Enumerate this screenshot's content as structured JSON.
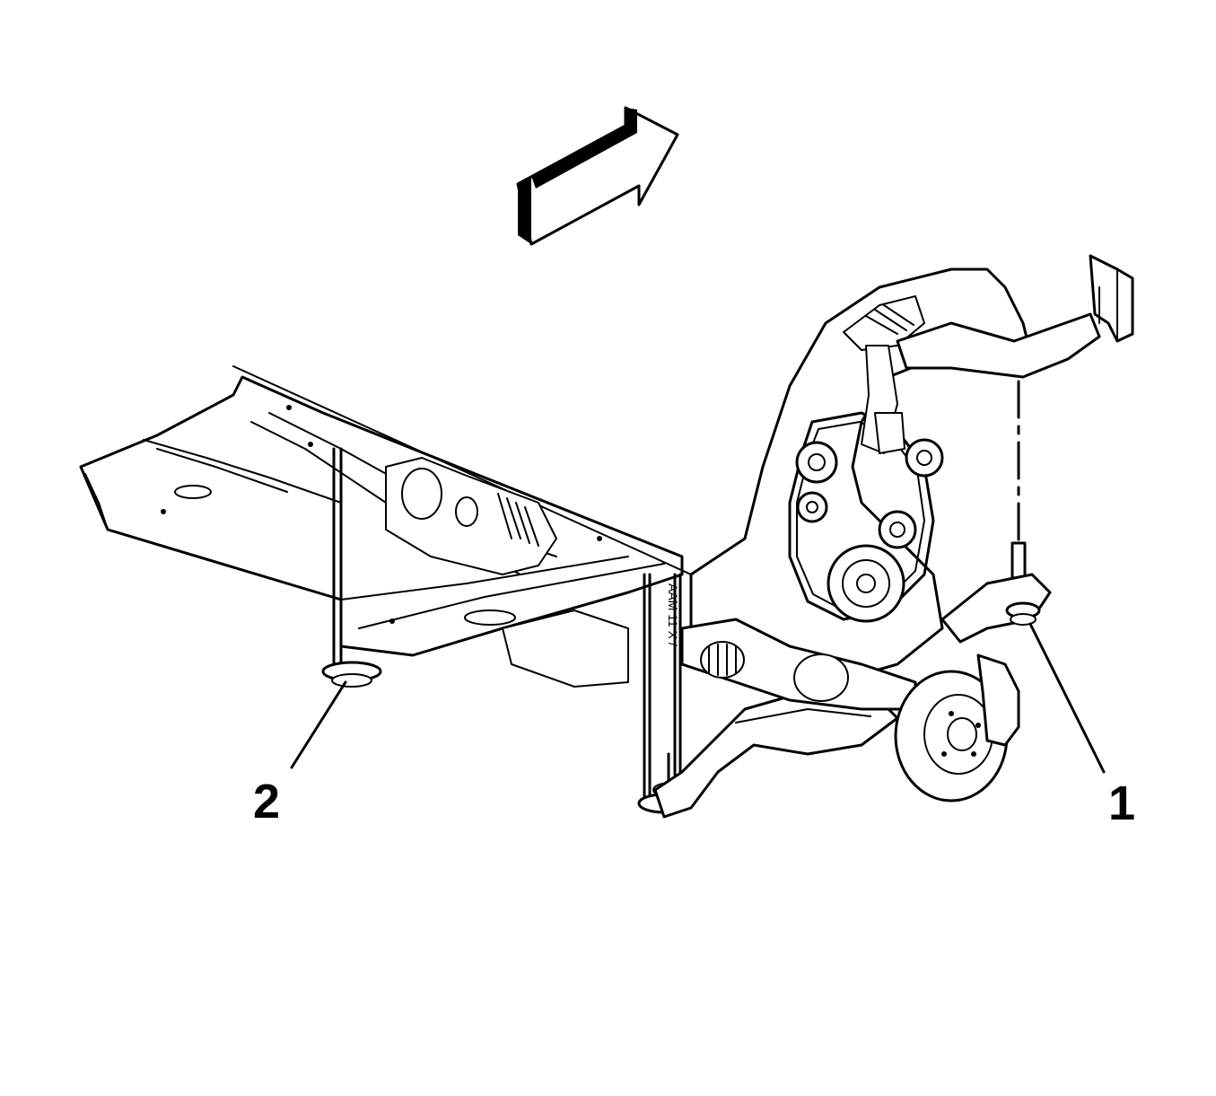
{
  "figure": {
    "callouts": [
      {
        "id": "1",
        "label": "1"
      },
      {
        "id": "2",
        "label": "2"
      }
    ],
    "frame_marking": "AAM 11 X / ",
    "colors": {
      "line": "#000000",
      "background": "#ffffff"
    }
  }
}
